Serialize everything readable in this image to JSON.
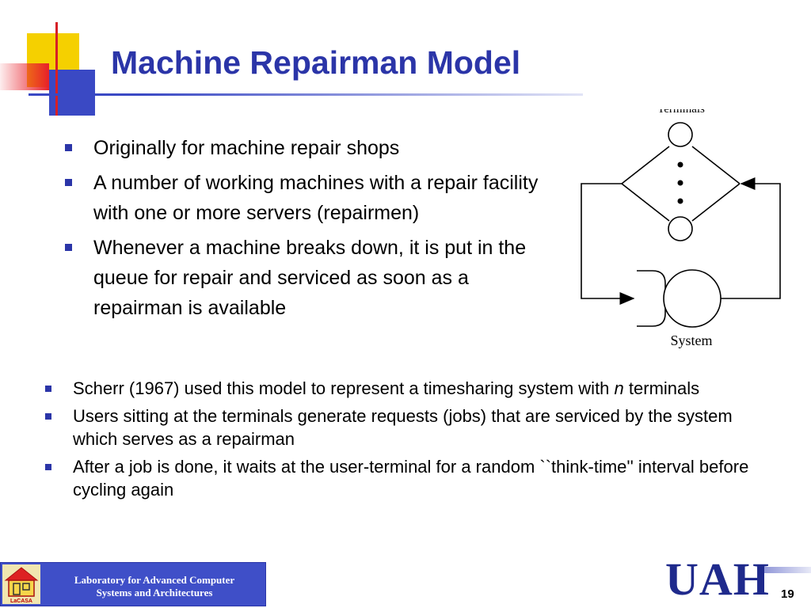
{
  "slide": {
    "title": "Machine Repairman Model",
    "top_bullets": [
      "Originally for machine repair shops",
      "A number of working machines with a repair facility with one or more servers (repairmen)",
      "Whenever a machine breaks down, it is put in the queue for  repair and serviced as soon as a repairman is available"
    ],
    "bottom_bullets": [
      {
        "before": "Scherr (1967) used this model to represent a timesharing system with ",
        "italic": "n",
        "after": " terminals"
      },
      {
        "before": "Users sitting at the terminals generate requests (jobs) that are serviced by the system which serves as a repairman",
        "italic": "",
        "after": ""
      },
      {
        "before": "After a job is done, it waits  at the user-terminal for a random ``think-time'' interval  before cycling again",
        "italic": "",
        "after": ""
      }
    ],
    "diagram": {
      "top_label": "Terminals",
      "bottom_label": "System"
    },
    "footer": {
      "banner_line1": "Laboratory for Advanced Computer",
      "banner_line2": "Systems and Architectures",
      "logo_text": "LaCASA",
      "university_logo": "UAH",
      "page_number": "19"
    },
    "colors": {
      "title": "#2b35a8",
      "bullet": "#2b35a8",
      "deco_yellow": "#f5d000",
      "deco_blue": "#3a49c4",
      "deco_red": "#e8202a",
      "banner": "#3f4fc8"
    }
  }
}
